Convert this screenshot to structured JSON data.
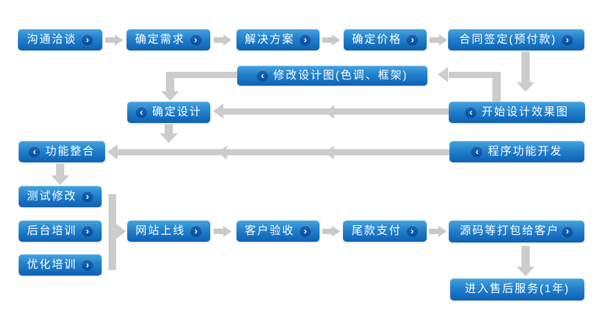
{
  "flow": {
    "description": "website development process flowchart",
    "colors": {
      "button_gradient_top": "#47a3de",
      "button_gradient_bottom": "#0e60b5",
      "chevron_circle": "#0a4f9e",
      "connector_gray": "#cccccc",
      "text": "#ffffff",
      "background": "#ffffff"
    },
    "chevron_icons": {
      "right": "›",
      "left": "‹"
    },
    "nodes": [
      {
        "label": "沟通洽谈",
        "chevron": "right"
      },
      {
        "label": "确定需求",
        "chevron": "right"
      },
      {
        "label": "解决方案",
        "chevron": "right"
      },
      {
        "label": "确定价格",
        "chevron": "right"
      },
      {
        "label": "合同签定(预付款)",
        "chevron": "right"
      },
      {
        "label": "修改设计图(色调、框架)",
        "chevron": "left"
      },
      {
        "label": "确定设计",
        "chevron": "left"
      },
      {
        "label": "开始设计效果图",
        "chevron": "left"
      },
      {
        "label": "功能整合",
        "chevron": "left"
      },
      {
        "label": "程序功能开发",
        "chevron": "left"
      },
      {
        "label": "测试修改",
        "chevron": "right"
      },
      {
        "label": "后台培训",
        "chevron": "right"
      },
      {
        "label": "优化培训",
        "chevron": "right"
      },
      {
        "label": "网站上线",
        "chevron": "right"
      },
      {
        "label": "客户验收",
        "chevron": "right"
      },
      {
        "label": "尾款支付",
        "chevron": "right"
      },
      {
        "label": "源码等打包给客户",
        "chevron": "right"
      },
      {
        "label": "进入售后服务(1年)",
        "chevron": "none"
      }
    ]
  }
}
